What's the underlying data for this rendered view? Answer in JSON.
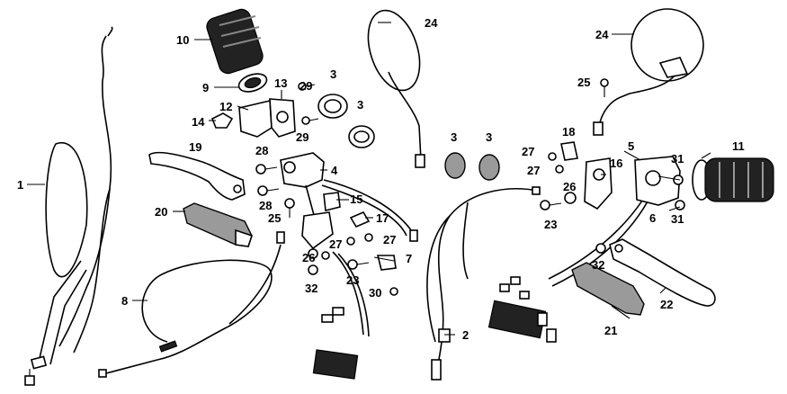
{
  "labels": {
    "p1": "1",
    "p2": "2",
    "p3a": "3",
    "p3b": "3",
    "p3c": "3",
    "p3d": "3",
    "p4": "4",
    "p5": "5",
    "p6": "6",
    "p7": "7",
    "p8": "8",
    "p9": "9",
    "p10": "10",
    "p11": "11",
    "p12": "12",
    "p13": "13",
    "p14": "14",
    "p15": "15",
    "p16": "16",
    "p17": "17",
    "p18": "18",
    "p19": "19",
    "p20": "20",
    "p21": "21",
    "p22": "22",
    "p23a": "23",
    "p23b": "23",
    "p24a": "24",
    "p24b": "24",
    "p25a": "25",
    "p25b": "25",
    "p26a": "26",
    "p26b": "26",
    "p27a": "27",
    "p27b": "27",
    "p27c": "27",
    "p27d": "27",
    "p28a": "28",
    "p28b": "28",
    "p29a": "29",
    "p29b": "29",
    "p30": "30",
    "p31a": "31",
    "p31b": "31",
    "p32a": "32",
    "p32b": "32"
  }
}
